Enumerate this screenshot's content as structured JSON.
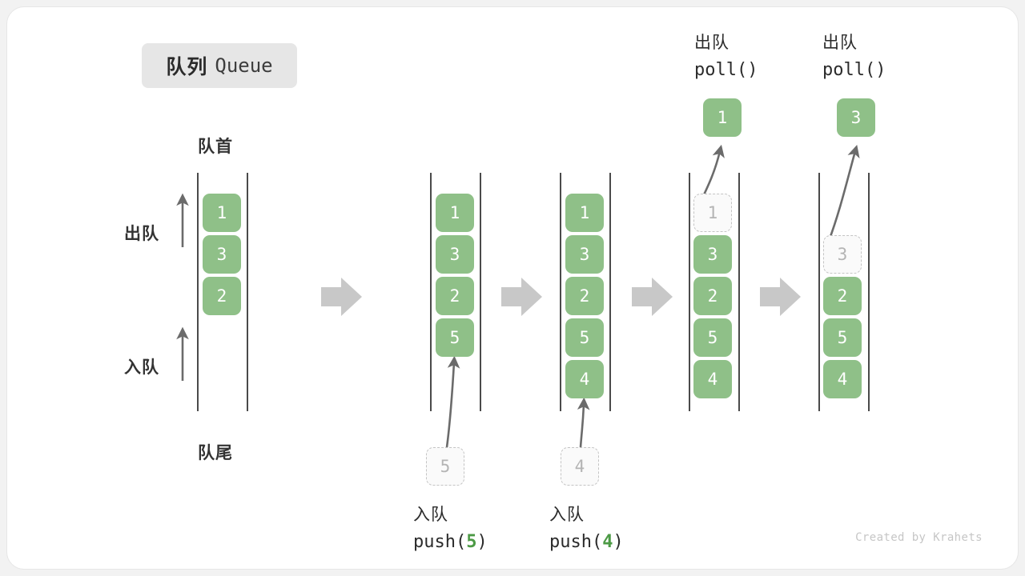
{
  "title": {
    "cn": "队列",
    "en": "Queue"
  },
  "labels": {
    "head": "队首",
    "tail": "队尾",
    "dequeue_side": "出队",
    "enqueue_side": "入队"
  },
  "colors": {
    "cell_fill": "#8fc088",
    "cell_text": "#ffffff",
    "ghost_border": "#c4c4c4",
    "ghost_text": "#b4b4b4",
    "rail": "#4a4a4a",
    "arrow": "#6b6b6b",
    "flow_arrow": "#c8c8c8",
    "code_number": "#4c9a45",
    "badge_bg": "#e6e6e6",
    "canvas_bg": "#f2f2f2"
  },
  "columns": [
    {
      "name": "initial-queue",
      "cells": [
        {
          "value": "1",
          "state": "filled"
        },
        {
          "value": "3",
          "state": "filled"
        },
        {
          "value": "2",
          "state": "filled"
        }
      ]
    },
    {
      "name": "after-push-5",
      "cells": [
        {
          "value": "1",
          "state": "filled"
        },
        {
          "value": "3",
          "state": "filled"
        },
        {
          "value": "2",
          "state": "filled"
        },
        {
          "value": "5",
          "state": "filled"
        }
      ]
    },
    {
      "name": "after-push-4",
      "cells": [
        {
          "value": "1",
          "state": "filled"
        },
        {
          "value": "3",
          "state": "filled"
        },
        {
          "value": "2",
          "state": "filled"
        },
        {
          "value": "5",
          "state": "filled"
        },
        {
          "value": "4",
          "state": "filled"
        }
      ]
    },
    {
      "name": "during-poll-1",
      "cells": [
        {
          "value": "1",
          "state": "ghost"
        },
        {
          "value": "3",
          "state": "filled"
        },
        {
          "value": "2",
          "state": "filled"
        },
        {
          "value": "5",
          "state": "filled"
        },
        {
          "value": "4",
          "state": "filled"
        }
      ]
    },
    {
      "name": "during-poll-3",
      "cells": [
        {
          "value": "",
          "state": "empty"
        },
        {
          "value": "3",
          "state": "ghost"
        },
        {
          "value": "2",
          "state": "filled"
        },
        {
          "value": "5",
          "state": "filled"
        },
        {
          "value": "4",
          "state": "filled"
        }
      ]
    }
  ],
  "push_ops": [
    {
      "cn": "入队",
      "fn": "push(",
      "value": "5",
      "close": ")",
      "ghost_value": "5"
    },
    {
      "cn": "入队",
      "fn": "push(",
      "value": "4",
      "close": ")",
      "ghost_value": "4"
    }
  ],
  "poll_ops": [
    {
      "cn": "出队",
      "code": "poll()",
      "value": "1"
    },
    {
      "cn": "出队",
      "code": "poll()",
      "value": "3"
    }
  ],
  "credit": "Created by Krahets"
}
